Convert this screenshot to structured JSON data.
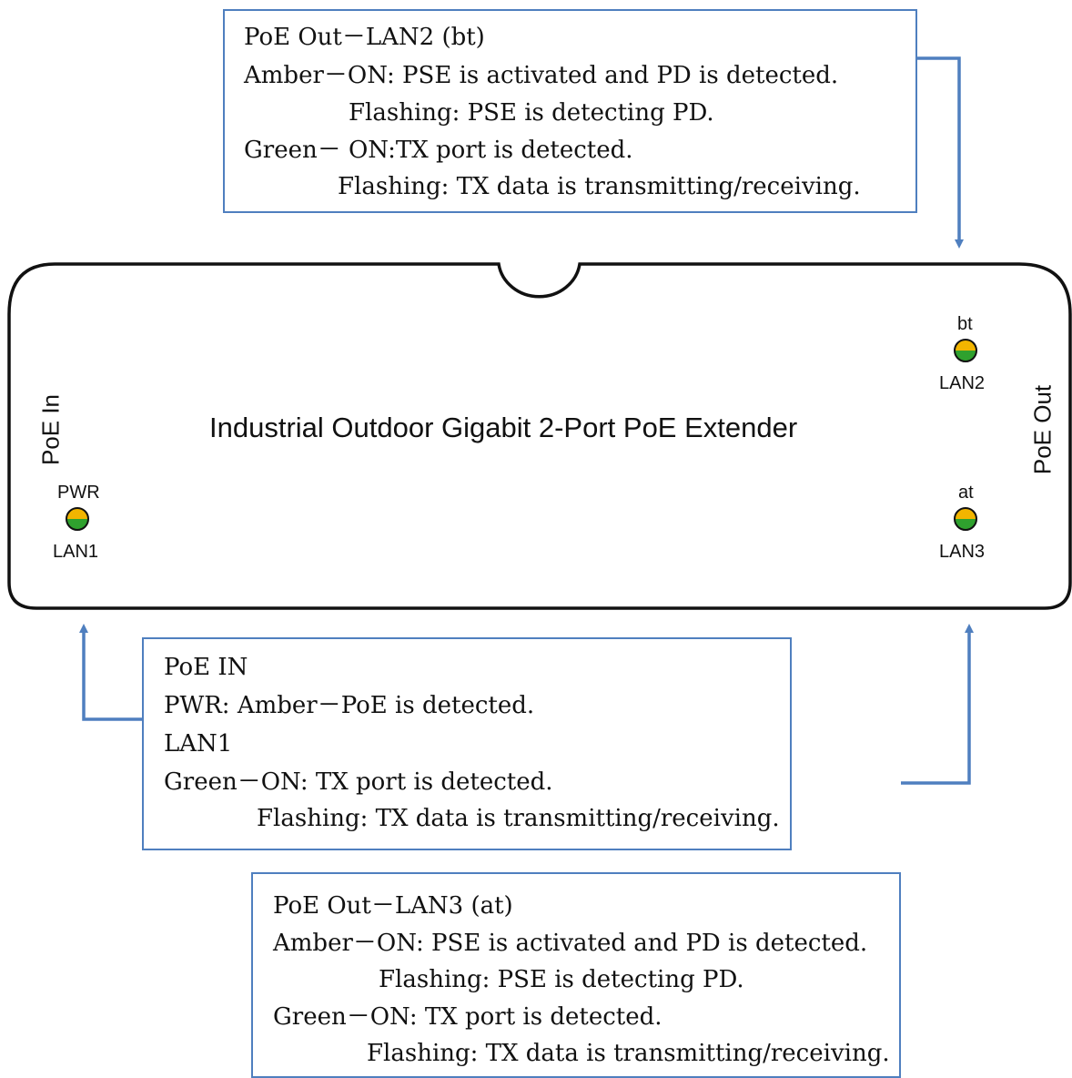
{
  "device": {
    "title": "Industrial Outdoor Gigabit 2-Port PoE Extender",
    "left_side_label": "PoE In",
    "right_side_label": "PoE Out",
    "leds": {
      "pwr": {
        "top_label": "PWR",
        "bottom_label": "LAN1"
      },
      "lan2": {
        "top_label": "bt",
        "bottom_label": "LAN2"
      },
      "lan3": {
        "top_label": "at",
        "bottom_label": "LAN3"
      }
    }
  },
  "callouts": {
    "lan2": {
      "lines": [
        "PoE Out－LAN2 (bt)",
        "Amber－ON: PSE is activated and PD is detected.",
        "Flashing: PSE is detecting PD.",
        "Green－ ON:TX port is detected.",
        "Flashing: TX data is transmitting/receiving."
      ]
    },
    "lan1": {
      "lines": [
        "PoE IN",
        "PWR: Amber－PoE is detected.",
        "LAN1",
        "Green－ON: TX port is detected.",
        "Flashing: TX data is transmitting/receiving."
      ]
    },
    "lan3": {
      "lines": [
        "PoE Out－LAN3 (at)",
        "Amber－ON: PSE is activated and PD is detected.",
        "Flashing: PSE is detecting PD.",
        "Green－ON: TX port is detected.",
        "Flashing: TX data is transmitting/receiving."
      ]
    }
  },
  "colors": {
    "connector": "#4f7fbf",
    "led_amber": "#f2b500",
    "led_green": "#2fa12e",
    "outline": "#111111"
  }
}
